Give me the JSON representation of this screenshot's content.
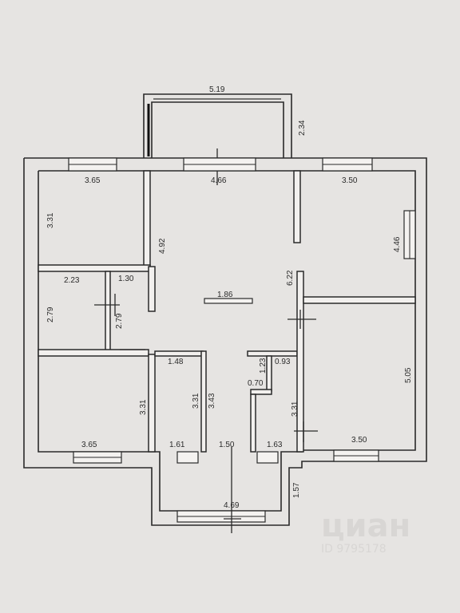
{
  "dimensions": {
    "balcony_top_width": "5.19",
    "balcony_top_depth": "2.34",
    "hall_top_width": "4.66",
    "room_tl_width": "3.65",
    "room_tl_depth": "3.31",
    "hall_wall_left": "4.92",
    "room_tr_width": "3.50",
    "room_tr_depth": "4.46",
    "hall_right_wall": "6.22",
    "hall_center": "1.86",
    "small_room_width": "2.23",
    "small_room_depth": "2.79",
    "closet_width": "1.30",
    "closet_depth": "2.79",
    "bath_top_width": "1.48",
    "bath_depth_a": "3.31",
    "bath_depth_b": "3.43",
    "corridor_a": "1.23",
    "corridor_b": "0.70",
    "wc_top_width": "0.93",
    "wc_depth": "3.31",
    "room_br_depth": "5.05",
    "room_bl_depth": "3.31",
    "room_bl_width": "3.65",
    "bath_bottom_width": "1.61",
    "hall_bottom_width": "1.50",
    "wc_bottom_width": "1.63",
    "room_br_width": "3.50",
    "loggia_depth": "1.57",
    "loggia_width": "4.69"
  },
  "watermark": {
    "brand": "циан",
    "id": "ID 9795178"
  }
}
